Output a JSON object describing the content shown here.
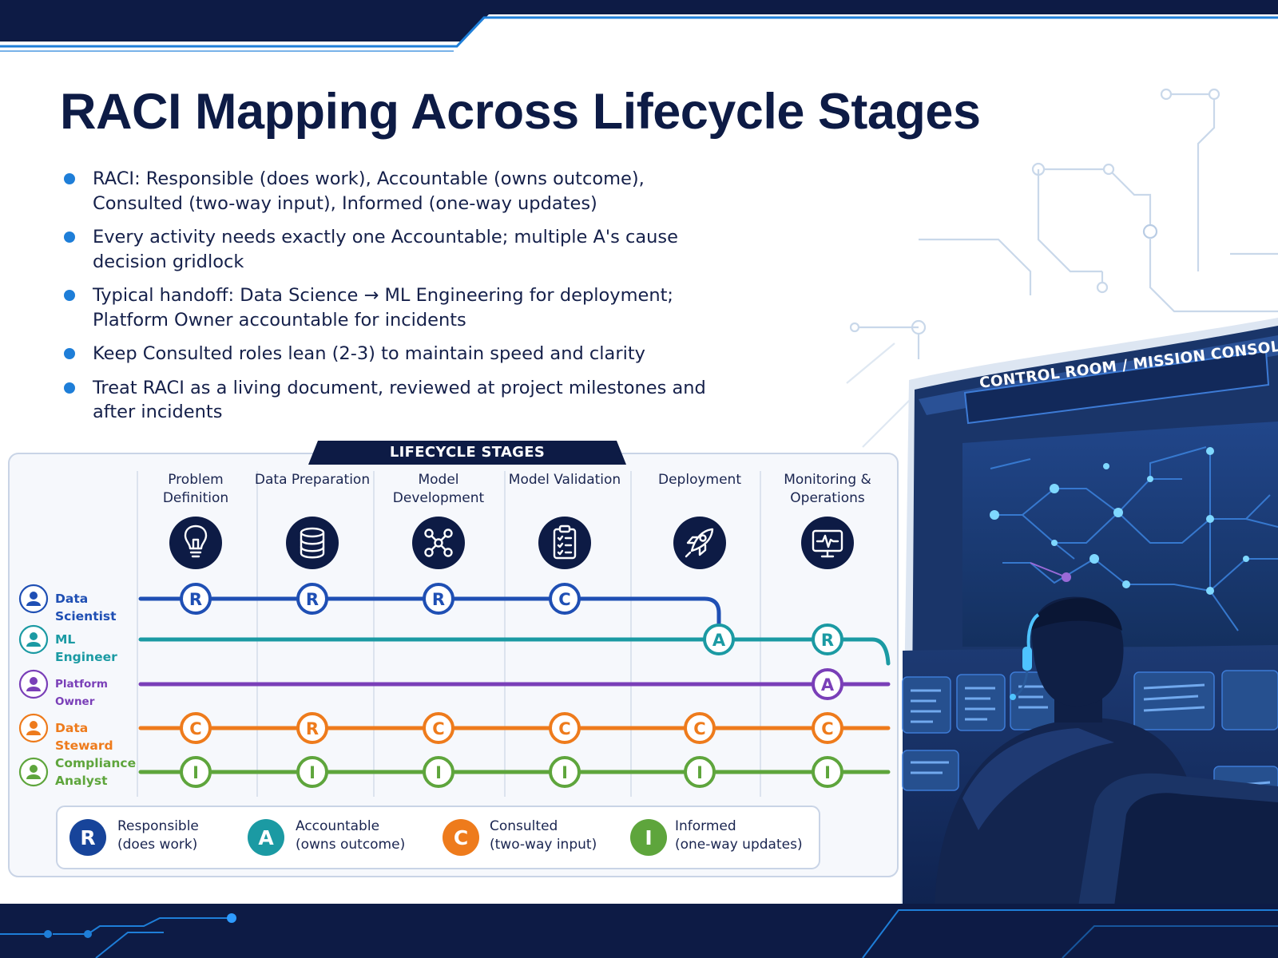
{
  "title": "RACI Mapping Across  Lifecycle Stages",
  "bullets": [
    "RACI: Responsible (does work), Accountable (owns outcome), Consulted (two-way input), Informed (one-way updates)",
    "Every activity needs exactly one Accountable; multiple A's cause decision gridlock",
    "Typical handoff: Data Science → ML Engineering for deployment; Platform Owner accountable for incidents",
    "Keep Consulted roles lean (2-3) to maintain speed and clarity",
    "Treat RACI as a living document, reviewed at project milestones and after incidents"
  ],
  "diagram": {
    "header": "LIFECYCLE STAGES",
    "stages": [
      {
        "name": "Problem Definition",
        "icon": "lightbulb-icon"
      },
      {
        "name": "Data Preparation",
        "icon": "database-icon"
      },
      {
        "name": "Model Development",
        "icon": "network-nodes-icon"
      },
      {
        "name": "Model Validation",
        "icon": "clipboard-checklist-icon"
      },
      {
        "name": "Deployment",
        "icon": "rocket-icon"
      },
      {
        "name": "Monitoring & Operations",
        "icon": "monitor-pulse-icon"
      }
    ],
    "roles": [
      {
        "name": "Data Scientist",
        "color": "#1f4fb4",
        "icon": "user-icon",
        "assignments": [
          "R",
          "R",
          "R",
          "C",
          "",
          ""
        ]
      },
      {
        "name": "ML Engineer",
        "color": "#1b9aa3",
        "icon": "user-icon",
        "assignments": [
          "",
          "",
          "",
          "",
          "A",
          "R"
        ]
      },
      {
        "name": "Platform Owner",
        "color": "#7a3fb8",
        "icon": "user-icon",
        "assignments": [
          "",
          "",
          "",
          "",
          "",
          "A"
        ]
      },
      {
        "name": "Data Steward",
        "color": "#ee7b1c",
        "icon": "user-icon",
        "assignments": [
          "C",
          "R",
          "C",
          "C",
          "C",
          "C"
        ]
      },
      {
        "name": "Compliance Analyst",
        "color": "#5ea53c",
        "icon": "user-icon",
        "assignments": [
          "I",
          "I",
          "I",
          "I",
          "I",
          "I"
        ]
      }
    ],
    "legend": [
      {
        "letter": "R",
        "label": "Responsible",
        "desc": "(does work)",
        "color": "#17449a"
      },
      {
        "letter": "A",
        "label": "Accountable",
        "desc": "(owns outcome)",
        "color": "#1b9aa3"
      },
      {
        "letter": "C",
        "label": "Consulted",
        "desc": "(two-way input)",
        "color": "#ee7b1c"
      },
      {
        "letter": "I",
        "label": "Informed",
        "desc": "(one-way updates)",
        "color": "#5ea53c"
      }
    ]
  },
  "illustration": {
    "console_label": "CONTROL ROOM / MISSION CONSOLE"
  },
  "colors": {
    "navy": "#0d1b45",
    "accent_blue": "#1e7ed8"
  }
}
